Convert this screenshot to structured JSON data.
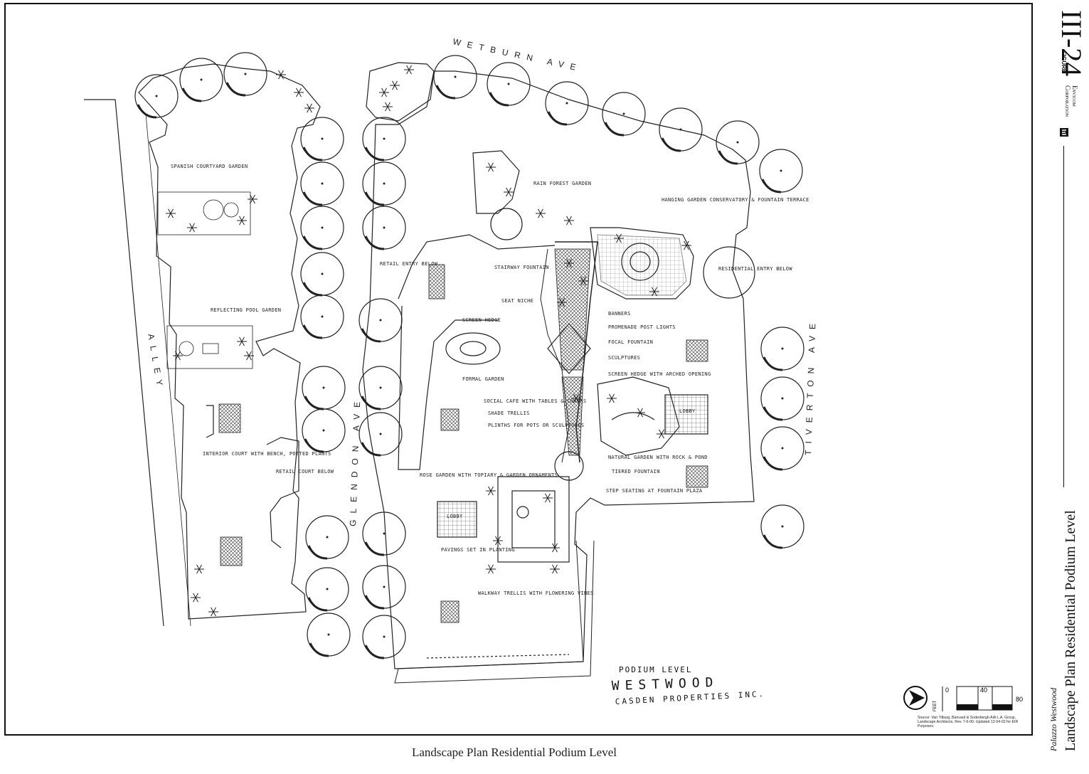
{
  "caption": "Landscape Plan Residential Podium Level",
  "sidebar": {
    "title": "Landscape Plan Residential Podium Level",
    "project": "Palazzo Westwood",
    "figure_label": "FIGURE",
    "figure_number": "III-24",
    "company_line1": "Envicom",
    "company_line2": "Corporation"
  },
  "streets": {
    "north": "WETBURN AVE",
    "west": "ALLEY",
    "middle": "GLENDON AVE",
    "east": "TIVERTON AVE"
  },
  "labels": {
    "spanish_courtyard": "SPANISH COURTYARD GARDEN",
    "reflecting_pool": "REFLECTING POOL GARDEN",
    "interior_court": "INTERIOR COURT WITH BENCH, POTTED PLANTS",
    "retail_court": "RETAIL COURT BELOW",
    "retail_entry": "RETAIL ENTRY BELOW",
    "rain_forest": "RAIN FOREST GARDEN",
    "hanging_garden": "HANGING GARDEN CONSERVATORY & FOUNTAIN TERRACE",
    "residential_entry": "RESIDENTIAL ENTRY BELOW",
    "stairway_fountain": "STAIRWAY FOUNTAIN",
    "seat_niche": "SEAT NICHE",
    "banners": "BANNERS",
    "promenade_lights": "PROMENADE POST LIGHTS",
    "focal_fountain": "FOCAL FOUNTAIN",
    "sculptures": "SCULPTURES",
    "screen_hedge": "SCREEN HEDGE",
    "screen_hedge_arched": "SCREEN HEDGE WITH ARCHED OPENING",
    "formal_garden": "FORMAL GARDEN",
    "social_cafe": "SOCIAL CAFE WITH TABLES & CHAIRS",
    "shade_trellis": "SHADE TRELLIS",
    "plinths": "PLINTHS FOR POTS OR SCULPTURES",
    "natural_garden": "NATURAL GARDEN WITH ROCK & POND",
    "tiered_fountain": "TIERED FOUNTAIN",
    "step_seating": "STEP SEATING AT FOUNTAIN PLAZA",
    "rose_garden": "ROSE GARDEN WITH TOPIARY & GARDEN ORNAMENTS",
    "pavings": "PAVINGS SET IN PLANTING",
    "walkway_trellis": "WALKWAY TRELLIS WITH FLOWERING VINES",
    "lobby": "LOBBY"
  },
  "title_block": {
    "line1": "PODIUM LEVEL",
    "line2": "WESTWOOD",
    "line3": "CASDEN PROPERTIES INC."
  },
  "scale": {
    "unit": "FEET",
    "ticks": [
      "0",
      "40",
      "80"
    ]
  },
  "source_note": "Source: Van Tilburg, Banvard & Soderbergh AIA L.A. Group, Landscape Architects, Rev. 7-6-00. Updated 12-04-02 for EIR Purposes."
}
